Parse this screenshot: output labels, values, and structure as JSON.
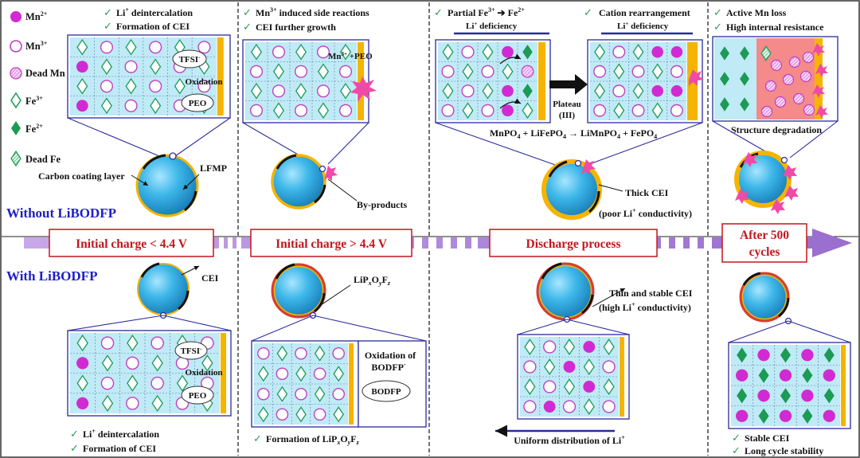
{
  "colors": {
    "mn2": "#d22ad2",
    "fe2": "#1d9a54",
    "cell": "#bfeaf6",
    "cei": "#f5b400",
    "frame": "#2a2aa0",
    "stage_text": "#c4161c",
    "section_blue": "#2020c8",
    "tick": "#2e9a55"
  },
  "legend": {
    "mn2": "Mn",
    "mn2_sup": "2+",
    "mn3": "Mn",
    "mn3_sup": "3+",
    "dead_mn": "Dead Mn",
    "fe3": "Fe",
    "fe3_sup": "3+",
    "fe2": "Fe",
    "fe2_sup": "2+",
    "dead_fe": "Dead Fe"
  },
  "sections": {
    "without": "Without LiBODFP",
    "with": "With LiBODFP"
  },
  "stages": {
    "s1": "Initial charge < 4.4 V",
    "s2": "Initial charge > 4.4 V",
    "s3": "Discharge process",
    "s4_line1": "After 500",
    "s4_line2": "cycles"
  },
  "top": {
    "p1": {
      "check1": "Li",
      "check1_sup": "+",
      "check1_rest": " deintercalation",
      "check2": "Formation of CEI",
      "tfsi": "TFSI",
      "tfsi_sup": "-",
      "oxidation": "Oxidation",
      "peo": "PEO",
      "carbon_label": "Carbon coating layer",
      "lfmp_label": "LFMP"
    },
    "p2": {
      "check1": "Mn",
      "check1_sup": "3+",
      "check1_rest": " induced side reactions",
      "check2": "CEI further growth",
      "mn3peo": "Mn",
      "mn3peo_sup": "3+",
      "mn3peo_rest": " +PEO",
      "byproducts": "By-products"
    },
    "p3": {
      "check1": "Partial Fe",
      "check1_sup": "3+",
      "check1_fe2": "Fe",
      "check1_fe2_sup": "2+",
      "check2": "Cation rearrangement",
      "li_def_a": "Li",
      "li_def_a_sup": "+",
      "li_def_a_rest": " deficiency",
      "li_def_b": "Li",
      "li_def_b_sup": "+",
      "li_def_b_rest": " deficiency",
      "plateau1": "Plateau",
      "plateau2": "(III)",
      "equation": "MnPO",
      "eq_sub1": "4",
      "eq_part2": " + LiFePO",
      "eq_sub2": "4",
      "eq_part3": " → LiMnPO",
      "eq_sub3": "4",
      "eq_part4": " + FePO",
      "eq_sub4": "4",
      "thick_cei": "Thick CEI",
      "poor_li": "(poor Li",
      "poor_li_sup": "+",
      "poor_li_rest": " conductivity)"
    },
    "p4": {
      "check1": "Active Mn loss",
      "check2": "High internal resistance",
      "structure": "Structure degradation"
    }
  },
  "bottom": {
    "p1": {
      "cei": "CEI",
      "tfsi": "TFSI",
      "tfsi_sup": "-",
      "oxidation": "Oxidation",
      "peo": "PEO",
      "check1": "Li",
      "check1_sup": "+",
      "check1_rest": " deintercalation",
      "check2": "Formation of CEI"
    },
    "p2": {
      "lipoxfz": "LiP",
      "oxid1": "Oxidation of",
      "oxid2": "BODFP",
      "oxid2_sup": "-",
      "bodfp": "BODFP",
      "formation": "Formation of LiP"
    },
    "p3": {
      "thin1": "Thin and stable CEI",
      "thin2": "(high Li",
      "thin2_sup": "+",
      "thin2_rest": " conductivity)",
      "uniform": "Uniform distribution of  Li",
      "uniform_sup": "+"
    },
    "p4": {
      "check1": "Stable CEI",
      "check2": "Long cycle stability"
    }
  }
}
